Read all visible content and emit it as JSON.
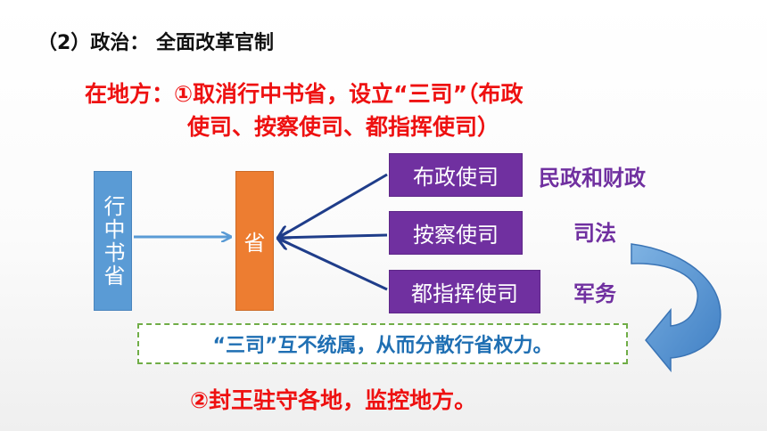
{
  "heading": "（2）政治： 全面改革官制",
  "point1": {
    "line1": "在地方：①取消行中书省，设立“三司”（布政",
    "line2": "使司、按察使司、都指挥使司）"
  },
  "diagram": {
    "source_box": "行中书省",
    "target_box": "省",
    "offices": [
      {
        "label": "布政使司",
        "function": "民政和财政"
      },
      {
        "label": "按察使司",
        "function": "司法"
      },
      {
        "label": "都指挥使司",
        "function": "军务"
      }
    ],
    "note": "“三司”互不统属，从而分散行省权力。",
    "colors": {
      "source": "#5a9bd5",
      "target": "#ed7d31",
      "office": "#7030a0",
      "note_border": "#70ad47",
      "note_text": "#1f6fb3",
      "arrow_dark": "#1f3d8a",
      "arrow_light": "#5a9bd5"
    }
  },
  "point2": "②封王驻守各地，监控地方。"
}
